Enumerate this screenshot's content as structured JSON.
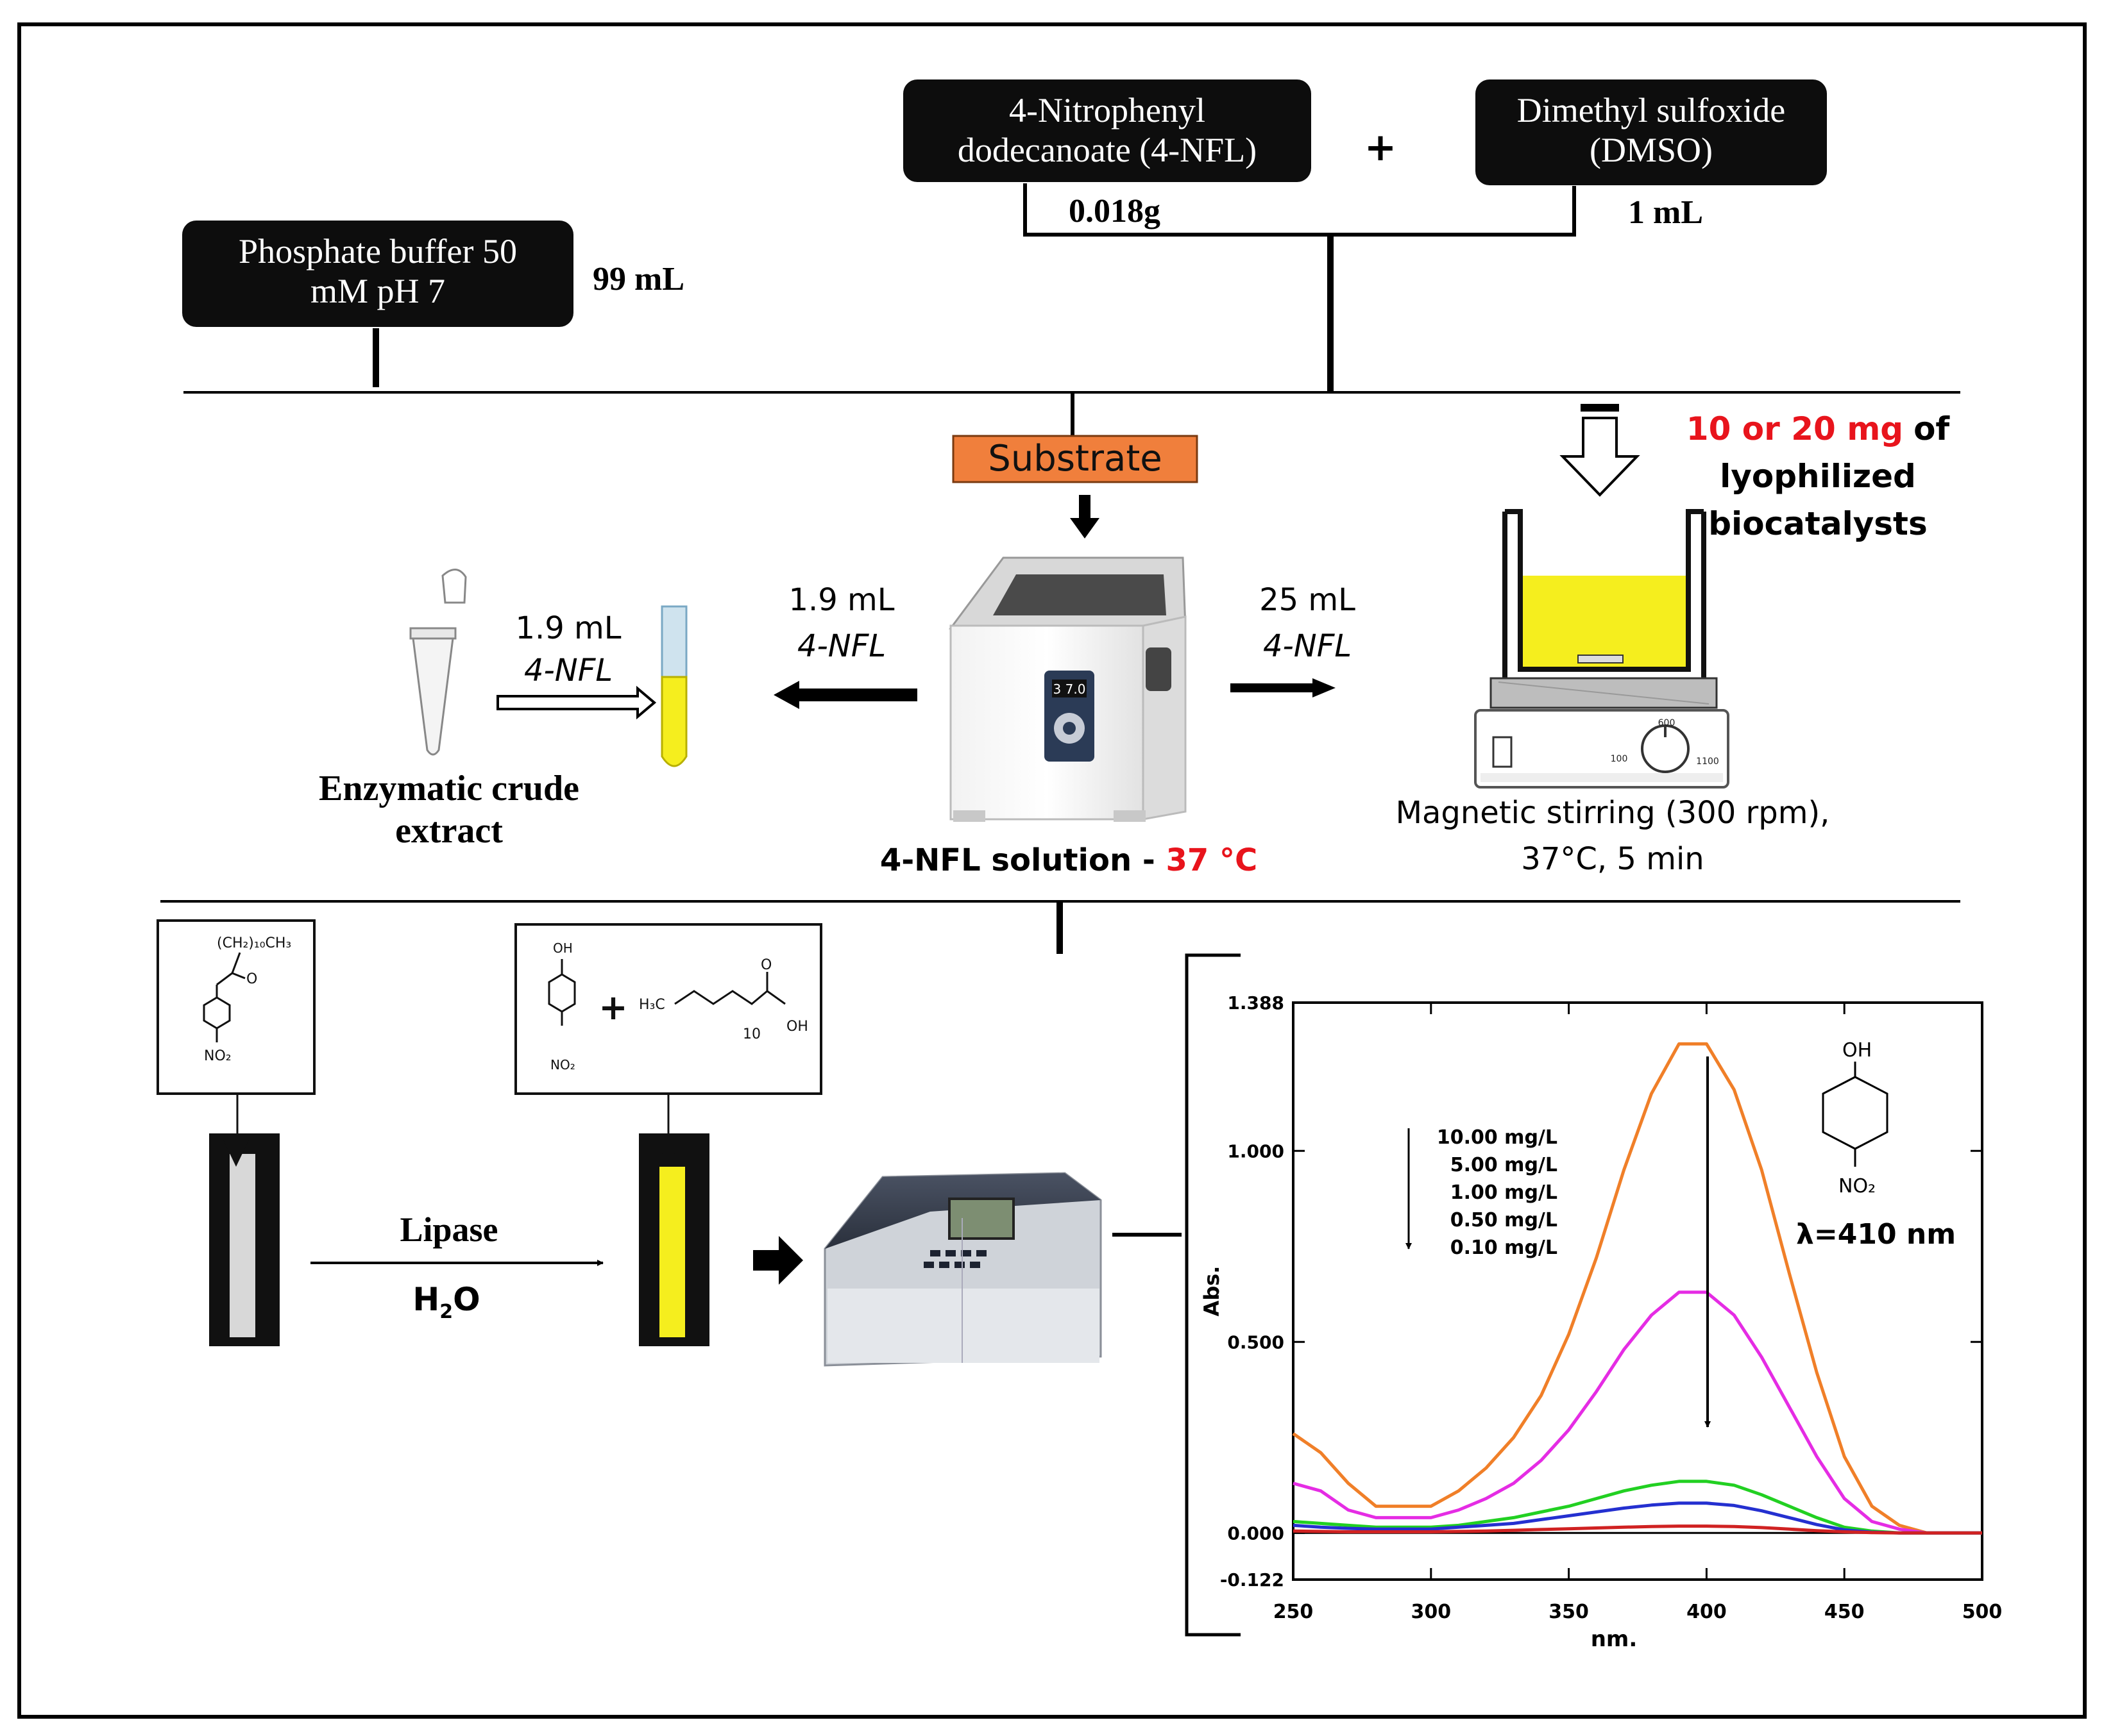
{
  "boxes": {
    "nitrophenyl_line1": "4-Nitrophenyl",
    "nitrophenyl_line2": "dodecanoate (4-NFL)",
    "dmso_line1": "Dimethyl sulfoxide",
    "dmso_line2": "(DMSO)",
    "buffer_line1": "Phosphate buffer 50",
    "buffer_line2": "mM pH 7",
    "plus": "+"
  },
  "amounts": {
    "nfl_mass": "0.018g",
    "dmso_volume": "1 mL",
    "buffer_volume": "99 mL"
  },
  "substrate_label": "Substrate",
  "left_branch": {
    "volume": "1.9 mL",
    "reagent": "4-NFL"
  },
  "tube_transfer": {
    "volume": "1.9 mL",
    "reagent": "4-NFL"
  },
  "enzymatic_extract_line1": "Enzymatic crude",
  "enzymatic_extract_line2": "extract",
  "right_branch": {
    "volume": "25 mL",
    "reagent": "4-NFL"
  },
  "biocatalyst": {
    "amount": "10 or 20 mg",
    "of": "of",
    "line2": "lyophilized",
    "line3": "biocatalysts"
  },
  "stirrer": {
    "line1": "Magnetic stirring (300 rpm),",
    "line2": "37°C, 5 min",
    "dial_top": "600",
    "dial_left": "100",
    "dial_right": "1100"
  },
  "bath": {
    "display": "3 7.0",
    "caption_black": "4-NFL solution - ",
    "caption_red": "37 °C"
  },
  "reaction": {
    "enzyme": "Lipase",
    "solvent_main": "H",
    "solvent_sub": "2",
    "solvent_tail": "O",
    "plus": "+"
  },
  "structures": {
    "ester_chain": "(CH₂)₁₀CH₃",
    "ester_o": "O",
    "no2": "NO₂",
    "oh": "OH",
    "h3c": "H₃C",
    "n10": "10",
    "acid_o": "O",
    "acid_oh": "OH"
  },
  "colors": {
    "red": "#e8141c",
    "orange_label": "#f07f3c",
    "yellow": "#f5ee1e",
    "box": "#0d0d0d"
  },
  "chart_data": {
    "type": "line",
    "xlabel": "nm.",
    "ylabel": "Abs.",
    "xlim": [
      250,
      500
    ],
    "ylim": [
      -0.122,
      1.388
    ],
    "x_ticks": [
      "250",
      "300",
      "350",
      "400",
      "450",
      "500"
    ],
    "y_ticks": [
      "1.388",
      "1.000",
      "0.500",
      "0.000",
      "-0.122"
    ],
    "legend_items": [
      "10.00 mg/L",
      "5.00 mg/L",
      "1.00 mg/L",
      "0.50 mg/L",
      "0.10 mg/L"
    ],
    "inset_oh": "OH",
    "inset_no2": "NO₂",
    "annotation": "λ=410 nm",
    "series": [
      {
        "name": "10.00 mg/L",
        "color": "#f07f28",
        "x": [
          250,
          260,
          270,
          280,
          290,
          300,
          310,
          320,
          330,
          340,
          350,
          360,
          370,
          380,
          390,
          400,
          410,
          420,
          430,
          440,
          450,
          460,
          470,
          480,
          490,
          500
        ],
        "y": [
          0.26,
          0.21,
          0.13,
          0.07,
          0.07,
          0.07,
          0.11,
          0.17,
          0.25,
          0.36,
          0.52,
          0.72,
          0.95,
          1.15,
          1.28,
          1.28,
          1.16,
          0.95,
          0.68,
          0.42,
          0.2,
          0.07,
          0.02,
          0.0,
          0.0,
          0.0
        ]
      },
      {
        "name": "5.00 mg/L",
        "color": "#e52ce4",
        "x": [
          250,
          260,
          270,
          280,
          290,
          300,
          310,
          320,
          330,
          340,
          350,
          360,
          370,
          380,
          390,
          400,
          410,
          420,
          430,
          440,
          450,
          460,
          470,
          480,
          490,
          500
        ],
        "y": [
          0.13,
          0.11,
          0.06,
          0.04,
          0.04,
          0.04,
          0.06,
          0.09,
          0.13,
          0.19,
          0.27,
          0.37,
          0.48,
          0.57,
          0.63,
          0.63,
          0.57,
          0.46,
          0.33,
          0.2,
          0.09,
          0.03,
          0.01,
          0.0,
          0.0,
          0.0
        ]
      },
      {
        "name": "1.00 mg/L",
        "color": "#22d022",
        "x": [
          250,
          260,
          270,
          280,
          290,
          300,
          310,
          320,
          330,
          340,
          350,
          360,
          370,
          380,
          390,
          400,
          410,
          420,
          430,
          440,
          450,
          460,
          470,
          480,
          490,
          500
        ],
        "y": [
          0.03,
          0.025,
          0.02,
          0.015,
          0.015,
          0.015,
          0.02,
          0.03,
          0.04,
          0.055,
          0.07,
          0.09,
          0.11,
          0.125,
          0.135,
          0.135,
          0.125,
          0.1,
          0.07,
          0.04,
          0.015,
          0.005,
          0.0,
          0.0,
          0.0,
          0.0
        ]
      },
      {
        "name": "0.50 mg/L",
        "color": "#2430d0",
        "x": [
          250,
          260,
          270,
          280,
          290,
          300,
          310,
          320,
          330,
          340,
          350,
          360,
          370,
          380,
          390,
          400,
          410,
          420,
          430,
          440,
          450,
          460,
          470,
          480,
          490,
          500
        ],
        "y": [
          0.02,
          0.015,
          0.012,
          0.01,
          0.01,
          0.01,
          0.015,
          0.02,
          0.025,
          0.035,
          0.045,
          0.055,
          0.065,
          0.073,
          0.078,
          0.078,
          0.072,
          0.058,
          0.04,
          0.022,
          0.008,
          0.002,
          0.0,
          0.0,
          0.0,
          0.0
        ]
      },
      {
        "name": "0.10 mg/L",
        "color": "#d02222",
        "x": [
          250,
          260,
          270,
          280,
          290,
          300,
          310,
          320,
          330,
          340,
          350,
          360,
          370,
          380,
          390,
          400,
          410,
          420,
          430,
          440,
          450,
          460,
          470,
          480,
          490,
          500
        ],
        "y": [
          0.005,
          0.004,
          0.003,
          0.003,
          0.003,
          0.003,
          0.004,
          0.005,
          0.007,
          0.009,
          0.011,
          0.013,
          0.015,
          0.017,
          0.018,
          0.018,
          0.017,
          0.014,
          0.01,
          0.006,
          0.003,
          0.001,
          0.0,
          0.0,
          0.0,
          0.0
        ]
      }
    ]
  }
}
